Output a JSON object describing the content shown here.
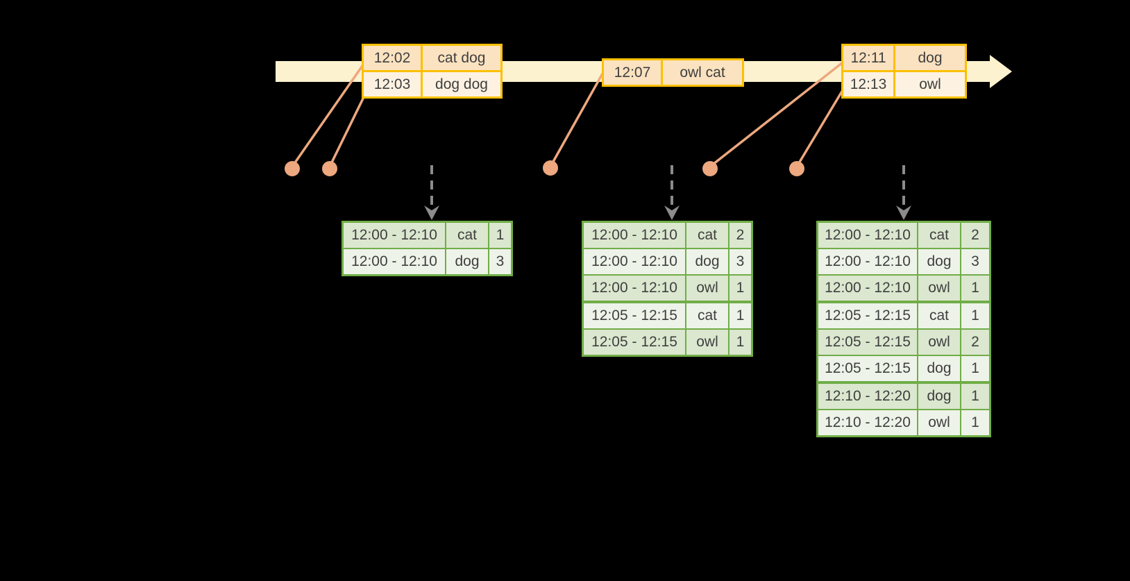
{
  "colors": {
    "background": "#000000",
    "timeline_fill": "#fcf2cf",
    "event_border": "#fcc000",
    "event_row_dark": "#fbe2c0",
    "event_row_light": "#fdf2e2",
    "connector": "#eda87f",
    "trigger_arrow": "#8c8c8c",
    "result_border": "#70ad47",
    "result_row_dark": "#dbe7cf",
    "result_row_light": "#eef3e9",
    "text": "#3f3f3f"
  },
  "event_tables": [
    {
      "rows": [
        {
          "time": "12:02",
          "words": "cat dog"
        },
        {
          "time": "12:03",
          "words": "dog dog"
        }
      ]
    },
    {
      "rows": [
        {
          "time": "12:07",
          "words": "owl cat"
        }
      ]
    },
    {
      "rows": [
        {
          "time": "12:11",
          "words": "dog"
        },
        {
          "time": "12:13",
          "words": "owl"
        }
      ]
    }
  ],
  "result_tables": [
    {
      "group_starts": [],
      "rows": [
        [
          "12:00 - 12:10",
          "cat",
          "1"
        ],
        [
          "12:00 - 12:10",
          "dog",
          "3"
        ]
      ]
    },
    {
      "group_starts": [
        3
      ],
      "rows": [
        [
          "12:00 - 12:10",
          "cat",
          "2"
        ],
        [
          "12:00 - 12:10",
          "dog",
          "3"
        ],
        [
          "12:00 - 12:10",
          "owl",
          "1"
        ],
        [
          "12:05 - 12:15",
          "cat",
          "1"
        ],
        [
          "12:05 - 12:15",
          "owl",
          "1"
        ]
      ]
    },
    {
      "group_starts": [
        3,
        6
      ],
      "rows": [
        [
          "12:00 - 12:10",
          "cat",
          "2"
        ],
        [
          "12:00 - 12:10",
          "dog",
          "3"
        ],
        [
          "12:00 - 12:10",
          "owl",
          "1"
        ],
        [
          "12:05 - 12:15",
          "cat",
          "1"
        ],
        [
          "12:05 - 12:15",
          "owl",
          "2"
        ],
        [
          "12:05 - 12:15",
          "dog",
          "1"
        ],
        [
          "12:10 - 12:20",
          "dog",
          "1"
        ],
        [
          "12:10 - 12:20",
          "owl",
          "1"
        ]
      ]
    }
  ]
}
